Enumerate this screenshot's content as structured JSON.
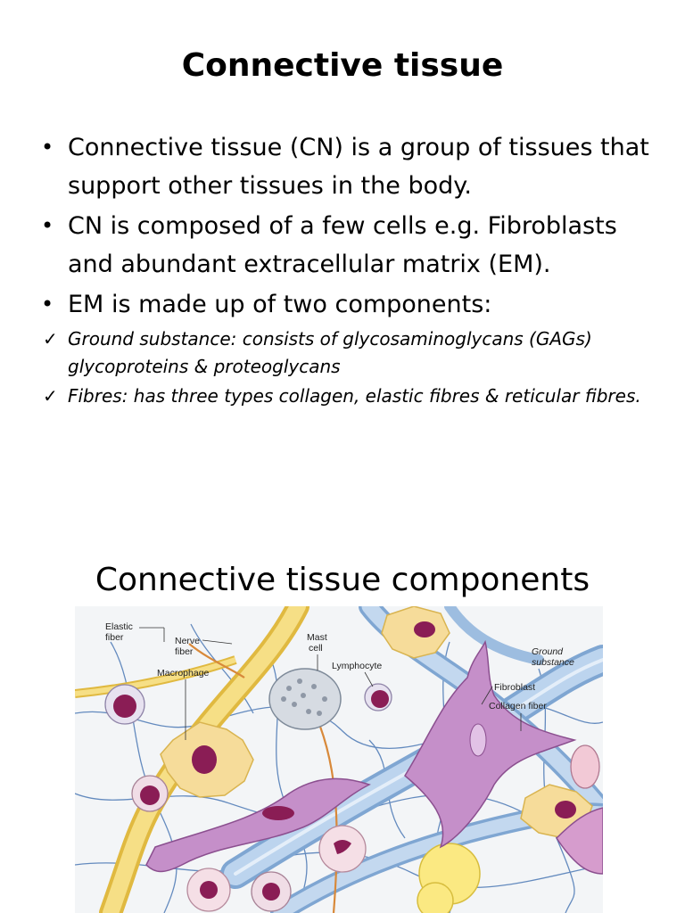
{
  "slide": {
    "title": "Connective tissue",
    "bullets": [
      "Connective tissue (CN) is a group of tissues that support other tissues in the body.",
      "CN is composed of a few cells e.g. Fibroblasts and abundant extracellular matrix (EM).",
      "EM is made up of two components:"
    ],
    "subpoints": [
      "Ground substance: consists of  glycosaminoglycans (GAGs) glycoproteins & proteoglycans",
      "Fibres: has three types collagen, elastic fibres & reticular fibres."
    ],
    "bullet_symbol": "•",
    "check_symbol": "✓"
  },
  "figure": {
    "heading": "Connective tissue components",
    "labels": {
      "elastic": "Elastic",
      "elastic2": "fiber",
      "nerve": "Nerve",
      "nerve2": "fiber",
      "macrophage": "Macrophage",
      "mast": "Mast",
      "mast2": "cell",
      "lymphocyte": "Lymphocyte",
      "ground": "Ground",
      "ground2": "substance",
      "fibroblast": "Fibroblast",
      "collagen": "Collagen fiber"
    },
    "colors": {
      "collagen": "#a9c6e6",
      "elastic": "#f2d36a",
      "fibroblast": "#c58fc9",
      "nucleus": "#8a1d55",
      "macrophage": "#f6dc9a",
      "reticular": "#4b78b5",
      "nerve": "#d8893a"
    }
  }
}
